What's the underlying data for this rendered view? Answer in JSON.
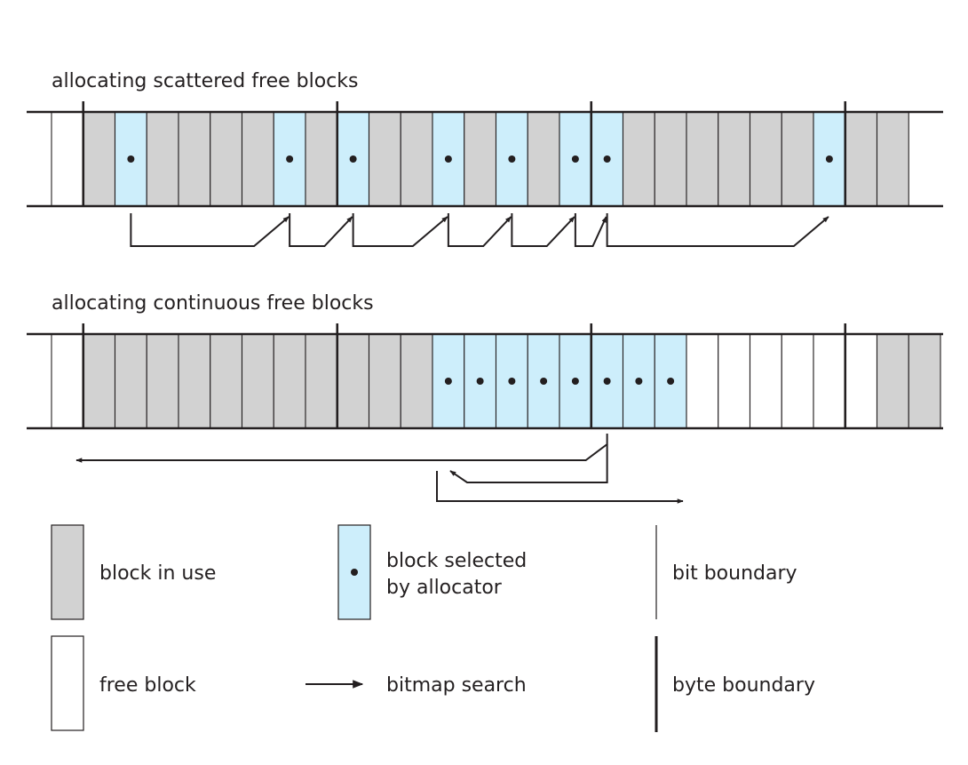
{
  "colors": {
    "in_use": "#d2d2d2",
    "selected": "#cdeefb",
    "free": "#ffffff",
    "stroke": "#231f20"
  },
  "scattered": {
    "title": "allocating scattered free blocks",
    "blocks": [
      "F",
      "U",
      "S",
      "U",
      "U",
      "U",
      "U",
      "S",
      "U",
      "S",
      "U",
      "U",
      "S",
      "U",
      "S",
      "U",
      "S",
      "S",
      "U",
      "U",
      "U",
      "U",
      "U",
      "U",
      "S",
      "U",
      "U"
    ]
  },
  "continuous": {
    "title": "allocating continuous free blocks",
    "blocks": [
      "F",
      "U",
      "U",
      "U",
      "U",
      "U",
      "U",
      "U",
      "U",
      "U",
      "U",
      "U",
      "S",
      "S",
      "S",
      "S",
      "S",
      "S",
      "S",
      "S",
      "F",
      "F",
      "F",
      "F",
      "F",
      "F",
      "U",
      "U"
    ]
  },
  "legend": {
    "in_use": "block in use",
    "selected_line1": "block selected",
    "selected_line2": "by allocator",
    "free": "free block",
    "search": "bitmap search",
    "bit_boundary": "bit boundary",
    "byte_boundary": "byte boundary"
  },
  "icons": {
    "search_arrow": "right-arrow-icon",
    "selected_dot": "dot-icon"
  }
}
